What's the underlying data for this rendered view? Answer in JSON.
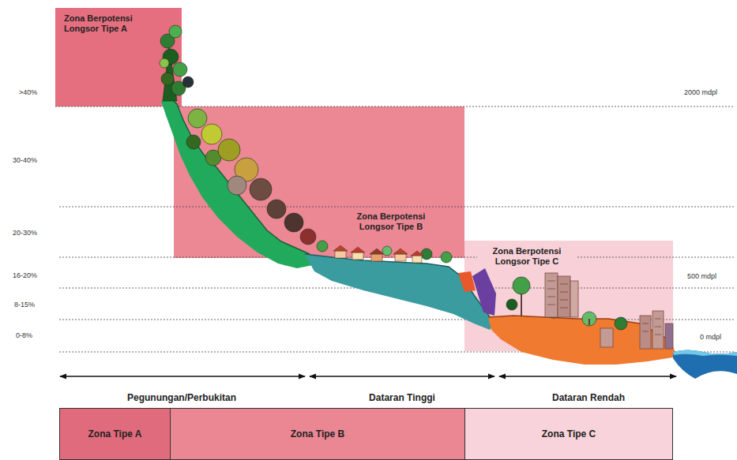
{
  "diagram": {
    "nodes": [
      {
        "text": [
          "Zona Berpotensi Longsor Tipe A"
        ]
      },
      {
        "text": [
          "Zona Berpotensi Longsor Tipe B"
        ]
      },
      {
        "text": [
          "Zona Berpotensi Longsor Tipe C"
        ]
      },
      {
        "text": [
          "Zona Tipe A"
        ]
      },
      {
        "text": [
          "Zona Tipe B"
        ]
      },
      {
        "text": [
          "Zona Tipe C"
        ]
      }
    ],
    "labels": [
      ">40%",
      "30-40%",
      "20-30%",
      "16-20%",
      "8-15%",
      "0-8%",
      "2000 mdpl",
      "500 mdpl",
      "0 mdpl",
      "Pegunungan/Perbukitan",
      "Dataran Tinggi",
      "Dataran Rendah"
    ]
  }
}
